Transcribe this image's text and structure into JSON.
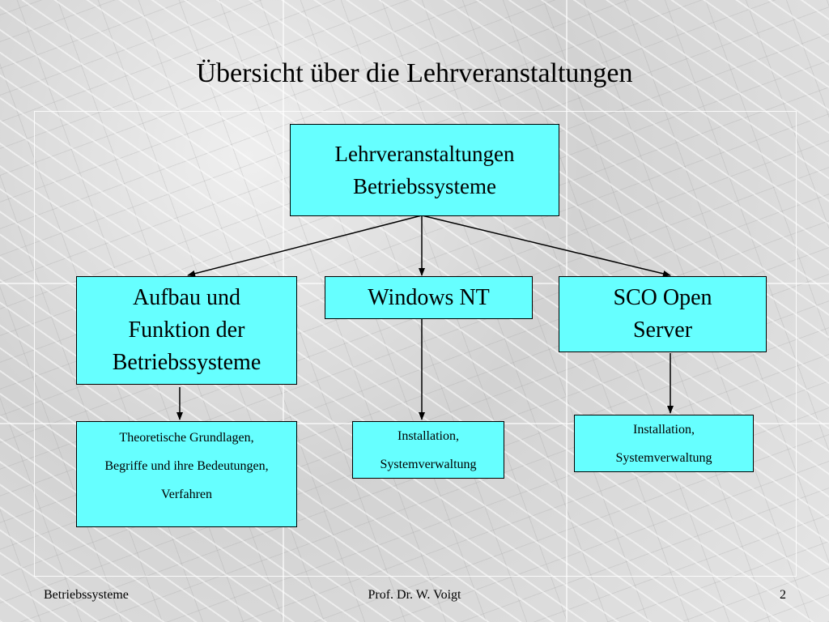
{
  "title": "Übersicht über die Lehrveranstaltungen",
  "nodes": {
    "root": {
      "lines": [
        "Lehrveranstaltungen",
        "Betriebssysteme"
      ]
    },
    "aufbau": {
      "lines": [
        "Aufbau und",
        "Funktion der",
        "Betriebssysteme"
      ]
    },
    "windows": {
      "lines": [
        "Windows NT"
      ]
    },
    "sco": {
      "lines": [
        "SCO Open",
        "Server"
      ]
    },
    "theorie": {
      "lines": [
        "Theoretische Grundlagen,",
        "Begriffe und ihre Bedeutungen,",
        "Verfahren"
      ]
    },
    "install_win": {
      "lines": [
        "Installation,",
        "Systemverwaltung"
      ]
    },
    "install_sco": {
      "lines": [
        "Installation,",
        "Systemverwaltung"
      ]
    }
  },
  "footer": {
    "left": "Betriebssysteme",
    "center": "Prof. Dr. W. Voigt",
    "page": "2"
  },
  "colors": {
    "node_fill": "#66ffff",
    "node_border": "#000000"
  }
}
